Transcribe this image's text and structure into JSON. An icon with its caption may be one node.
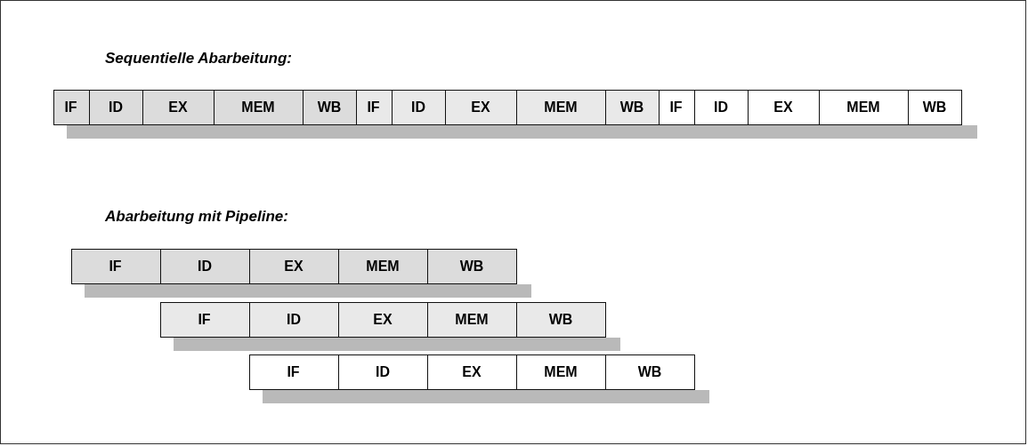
{
  "diagram": {
    "nodes": [
      {
        "text": [],
        "shape": "bar"
      },
      {
        "text": [
          "IF"
        ],
        "in": 0
      },
      {
        "text": [
          "ID"
        ],
        "in": 0
      },
      {
        "text": [
          "EX"
        ],
        "in": 0
      },
      {
        "text": [
          "MEM"
        ],
        "in": 0
      },
      {
        "text": [
          "WB"
        ],
        "in": 0
      },
      {
        "text": [],
        "shape": "bar"
      },
      {
        "text": [
          "IF"
        ],
        "in": 6
      },
      {
        "text": [
          "ID"
        ],
        "in": 6
      },
      {
        "text": [
          "EX"
        ],
        "in": 6
      },
      {
        "text": [
          "MEM"
        ],
        "in": 6
      },
      {
        "text": [
          "WB"
        ],
        "in": 6
      },
      {
        "text": [],
        "shape": "bar"
      },
      {
        "text": [
          "IF"
        ],
        "in": 12
      },
      {
        "text": [
          "ID"
        ],
        "in": 12
      },
      {
        "text": [
          "EX"
        ],
        "in": 12
      },
      {
        "text": [
          "MEM"
        ],
        "in": 12
      },
      {
        "text": [
          "WB"
        ],
        "in": 12
      },
      {
        "text": [],
        "shape": "bar"
      },
      {
        "text": [
          "IF"
        ],
        "in": 18
      },
      {
        "text": [
          "ID"
        ],
        "in": 18
      },
      {
        "text": [
          "EX"
        ],
        "in": 18
      },
      {
        "text": [
          "MEM"
        ],
        "in": 18
      },
      {
        "text": [
          "WB"
        ],
        "in": 18
      },
      {
        "text": [],
        "shape": "bar"
      },
      {
        "text": [
          "IF"
        ],
        "in": 24
      },
      {
        "text": [
          "ID"
        ],
        "in": 24
      },
      {
        "text": [
          "EX"
        ],
        "in": 24
      },
      {
        "text": [
          "MEM"
        ],
        "in": 24
      },
      {
        "text": [
          "WB"
        ],
        "in": 24
      },
      {
        "text": [],
        "shape": "bar"
      },
      {
        "text": [
          "IF"
        ],
        "in": 30
      },
      {
        "text": [
          "ID"
        ],
        "in": 30
      },
      {
        "text": [
          "EX"
        ],
        "in": 30
      },
      {
        "text": [
          "MEM"
        ],
        "in": 30
      },
      {
        "text": [
          "WB"
        ],
        "in": 30
      }
    ],
    "labels": [
      "Sequentielle Abarbeitung:",
      "Abarbeitung mit Pipeline:"
    ]
  }
}
